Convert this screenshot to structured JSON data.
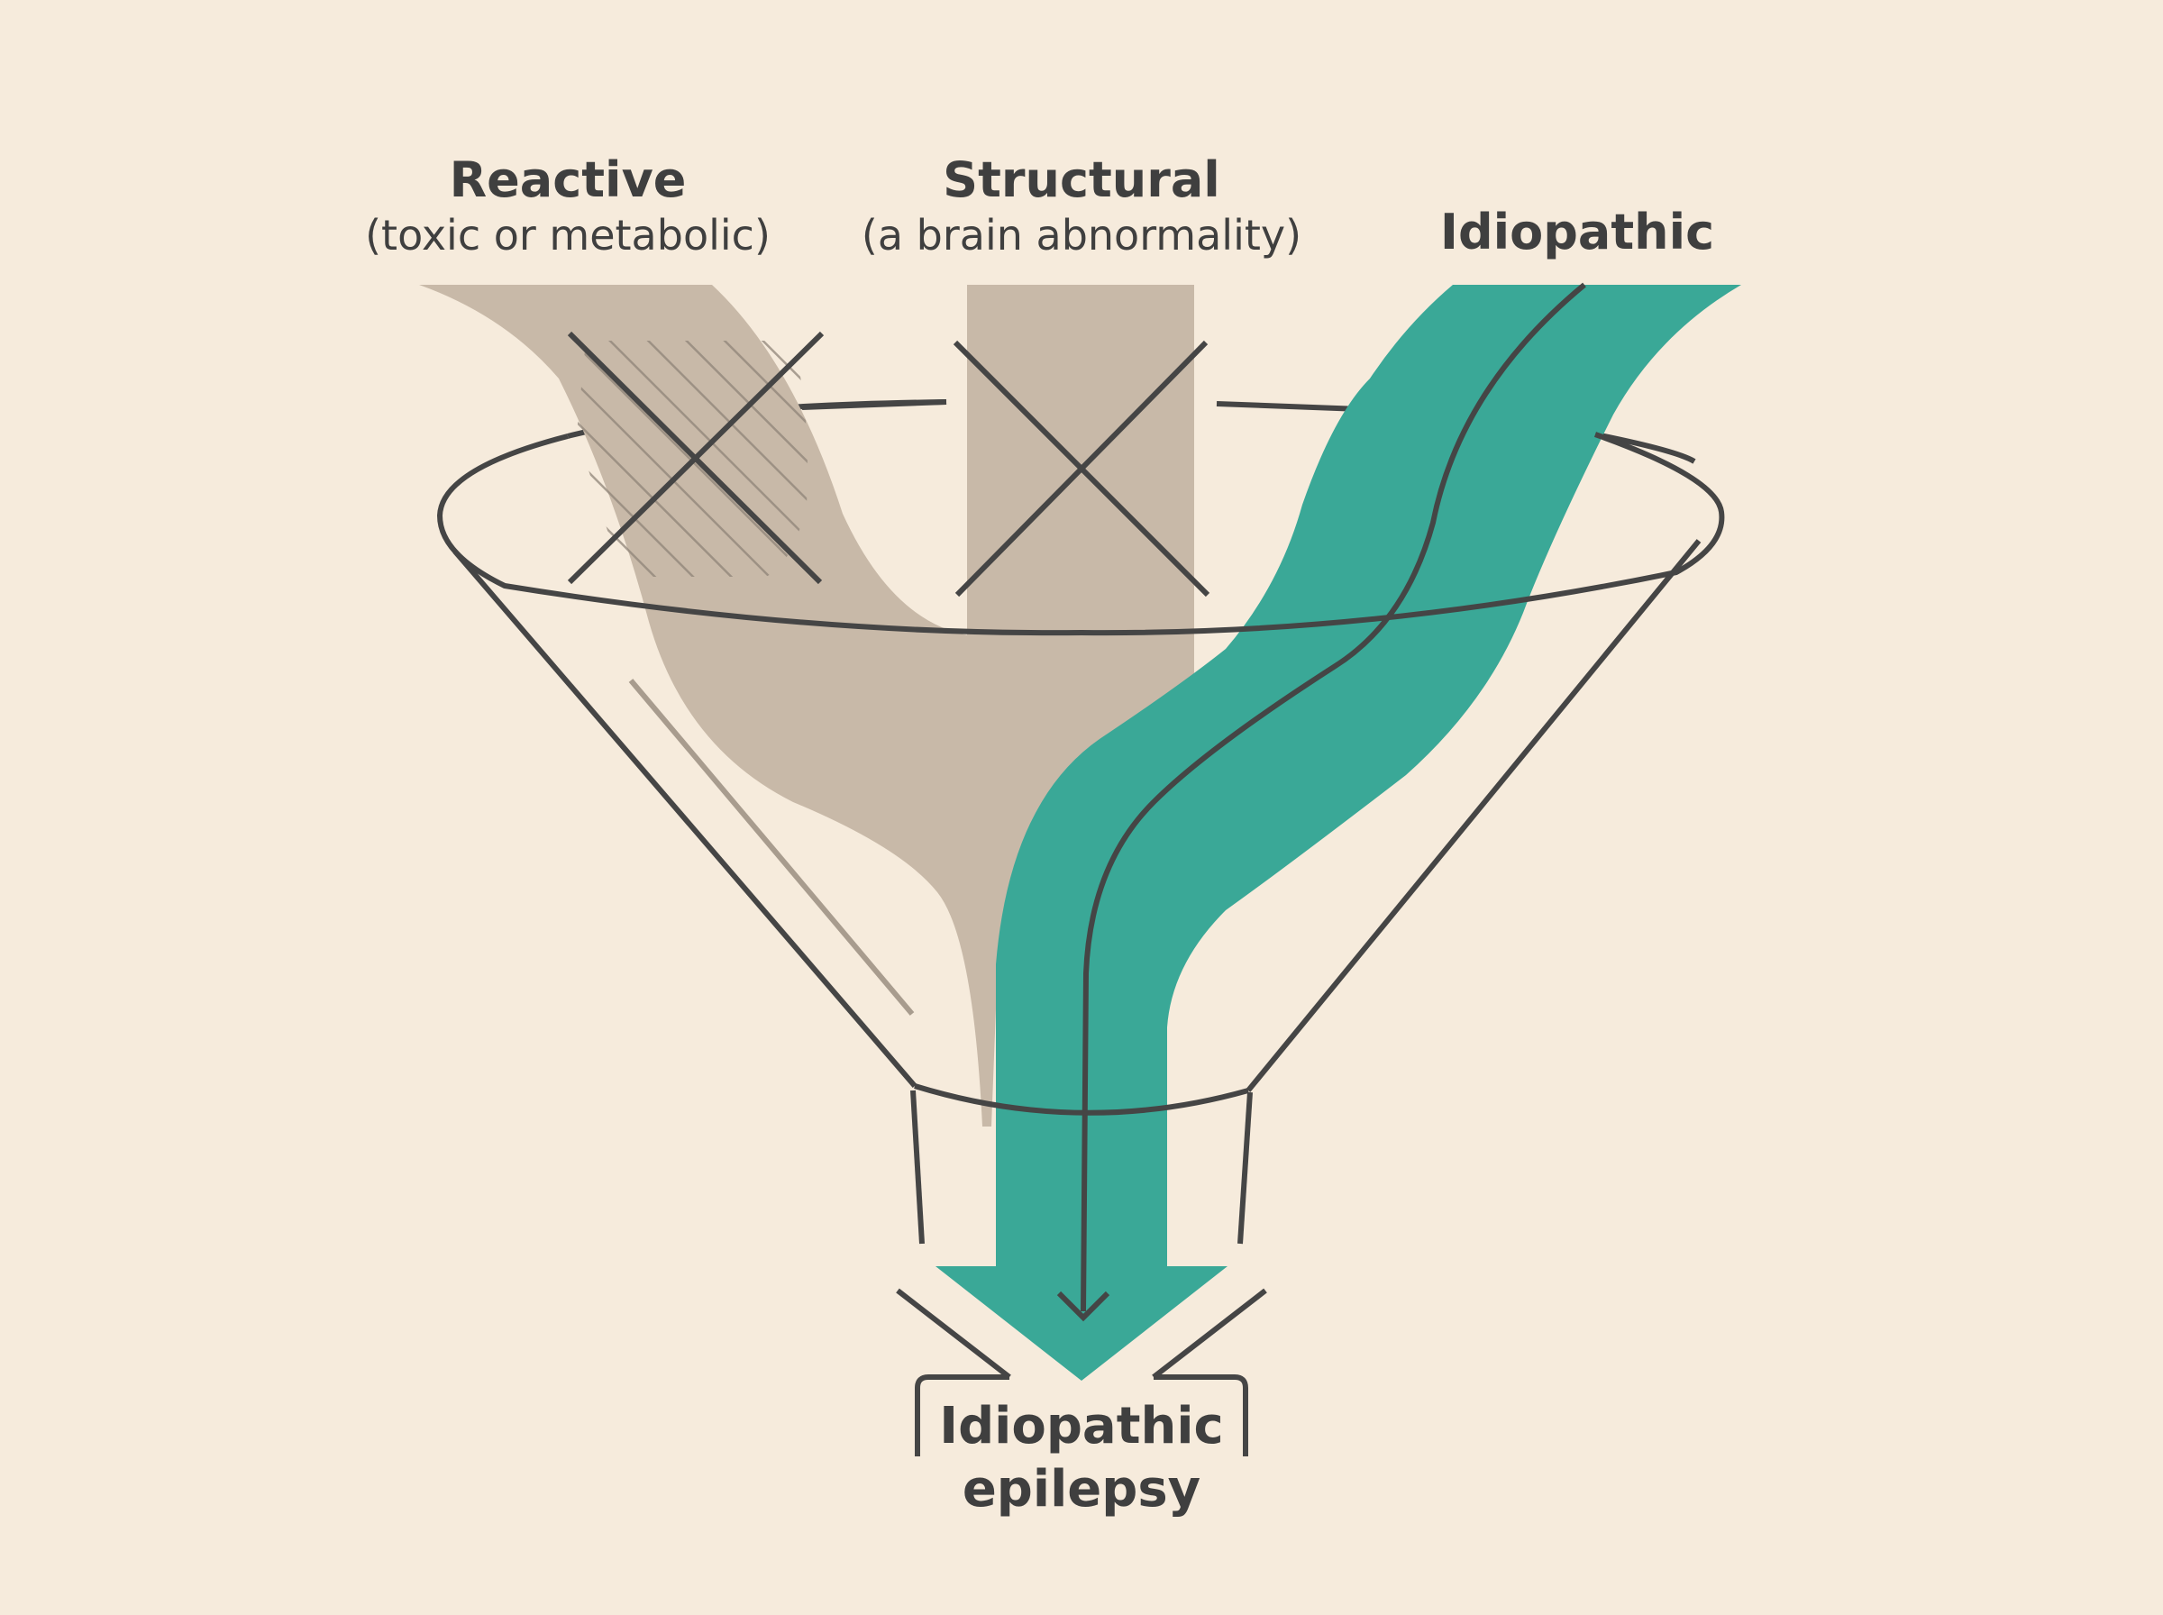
{
  "colors": {
    "background": "#f6ebdc",
    "excluded_stream": "#c8b9a8",
    "hatch": "#8f8478",
    "idiopathic_stream": "#3aa897",
    "outline": "#454545"
  },
  "sources": [
    {
      "title": "Reactive",
      "subtitle": "(toxic or metabolic)",
      "status": "excluded"
    },
    {
      "title": "Structural",
      "subtitle": "(a brain abnormality)",
      "status": "excluded"
    },
    {
      "title": "Idiopathic",
      "subtitle": "",
      "status": "passes"
    }
  ],
  "result": {
    "line1": "Idiopathic",
    "line2": "epilepsy"
  }
}
